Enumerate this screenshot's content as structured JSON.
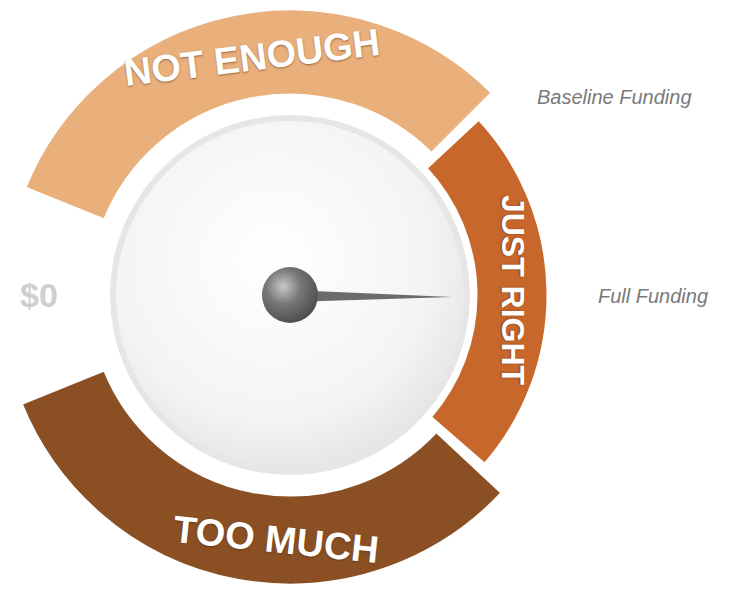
{
  "diagram": {
    "nodes": [
      {
        "text": [
          "NOT ENOUGH"
        ]
      },
      {
        "text": [
          "JUST RIGHT"
        ]
      },
      {
        "text": [
          "TOO MUCH"
        ]
      }
    ],
    "labels": [
      "Baseline Funding",
      "$0",
      "Full Funding"
    ]
  }
}
